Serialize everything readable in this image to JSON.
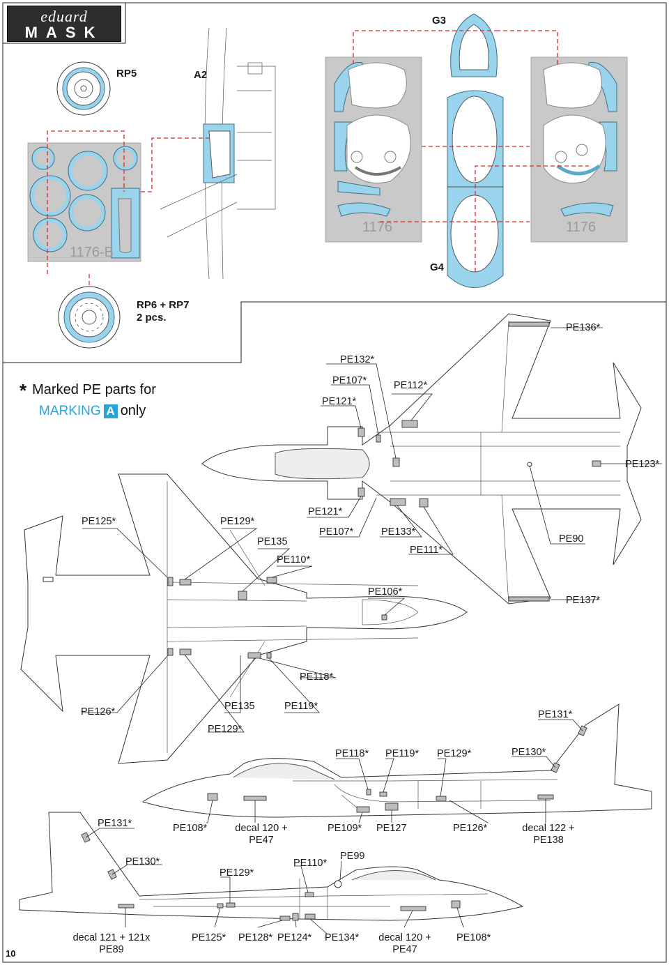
{
  "brand": {
    "line1": "eduard",
    "line2": "MASK"
  },
  "page_number": "10",
  "note": {
    "asterisk": "*",
    "text1": "Marked PE parts for",
    "marking": "MARKING",
    "marking_letter": "A",
    "text2": "only"
  },
  "mask_labels": {
    "rp5": "RP5",
    "a2": "A2",
    "g3": "G3",
    "g4": "G4",
    "rp6_rp7": "RP6 + RP7",
    "rp6_rp7_qty": "2 pcs.",
    "sheet_code_left": "1176-B",
    "sheet_code_mid": "1176",
    "sheet_code_right": "1176"
  },
  "top_view_labels": {
    "pe132": "PE132*",
    "pe107_top": "PE107*",
    "pe121_top": "PE121*",
    "pe112": "PE112*",
    "pe136": "PE136*",
    "pe123": "PE123*",
    "pe121_bot": "PE121*",
    "pe107_bot": "PE107*",
    "pe133": "PE133*",
    "pe111": "PE111*",
    "pe90": "PE90",
    "pe137": "PE137*"
  },
  "bottom_view_labels": {
    "pe125": "PE125*",
    "pe129_top": "PE129*",
    "pe135_top": "PE135",
    "pe110": "PE110*",
    "pe106": "PE106*",
    "pe118": "PE118*",
    "pe126": "PE126*",
    "pe135_bot": "PE135",
    "pe119": "PE119*",
    "pe129_bot": "PE129*"
  },
  "side_view_right_labels": {
    "pe131": "PE131*",
    "pe118": "PE118*",
    "pe119": "PE119*",
    "pe129": "PE129*",
    "pe130": "PE130*",
    "pe108": "PE108*",
    "decal120": "decal 120 +",
    "pe47": "PE47",
    "pe109": "PE109*",
    "pe127": "PE127",
    "pe126": "PE126*",
    "decal122": "decal 122 +",
    "pe138": "PE138"
  },
  "side_view_left_labels": {
    "pe131": "PE131*",
    "pe130": "PE130*",
    "pe129": "PE129*",
    "pe110": "PE110*",
    "pe99": "PE99",
    "decal121": "decal 121 + 121x",
    "pe89": "PE89",
    "pe125": "PE125*",
    "pe128": "PE128*",
    "pe124": "PE124*",
    "pe134": "PE134*",
    "decal120": "decal 120 +",
    "pe47": "PE47",
    "pe108": "PE108*"
  },
  "colors": {
    "mask_blue": "#9ad3ec",
    "guide_red": "#e0242b",
    "marking_blue": "#2aa3db",
    "sheet_grey": "#c9c9c9"
  }
}
